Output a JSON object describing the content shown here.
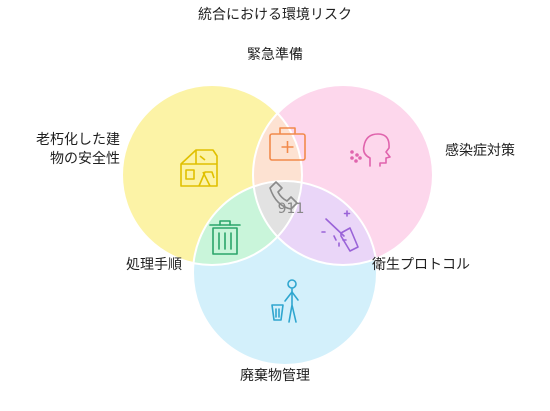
{
  "title": "統合における環境リスク",
  "sets": {
    "emergency": {
      "label": "緊急準備",
      "icon": "first-aid-kit-icon",
      "color": "#f28a4b",
      "fill": "#fde2d2"
    },
    "building": {
      "label_lines": [
        "老朽化した建",
        "物の安全性"
      ],
      "icon": "house-icon",
      "color": "#e0c000",
      "fill": "#fcf3a6"
    },
    "infection": {
      "label": "感染症対策",
      "icon": "coughing-head-icon",
      "color": "#e064ad",
      "fill": "#fdd7ec"
    },
    "handling": {
      "label": "処理手順",
      "icon": "trash-bin-icon",
      "color": "#2aa56a",
      "fill": "#c9f5da"
    },
    "hygiene": {
      "label": "衛生プロトコル",
      "icon": "broom-icon",
      "color": "#9a63d8",
      "fill": "#ead6f8"
    },
    "waste": {
      "label": "廃棄物管理",
      "icon": "person-disposing-trash-icon",
      "color": "#2fa6cf",
      "fill": "#d3f0fb"
    }
  },
  "center": {
    "icon": "phone-icon",
    "text": "911",
    "color": "#8a8a8a"
  }
}
